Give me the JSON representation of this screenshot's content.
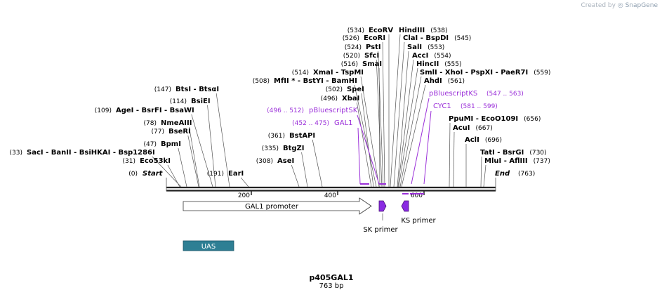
{
  "watermark": {
    "prefix": "Created by",
    "brand": "SnapGene"
  },
  "map": {
    "name": "p405GAL1",
    "length_label": "763 bp",
    "ruler_ticks": [
      "200",
      "400",
      "600"
    ],
    "ends": [
      {
        "pos": "(0)",
        "name": "Start"
      },
      {
        "name": "End",
        "pos": "(763)"
      }
    ],
    "sites": [
      {
        "pos": "(534)",
        "name": "EcoRV"
      },
      {
        "name": "HindIII",
        "pos": "(538)"
      },
      {
        "pos": "(526)",
        "name": "EcoRI"
      },
      {
        "name": "ClaI  - BspDI",
        "pos": "(545)"
      },
      {
        "pos": "(524)",
        "name": "PstI"
      },
      {
        "name": "SalI",
        "pos": "(553)"
      },
      {
        "pos": "(520)",
        "name": "SfcI"
      },
      {
        "name": "AccI",
        "pos": "(554)"
      },
      {
        "pos": "(516)",
        "name": "SmaI"
      },
      {
        "name": "HincII",
        "pos": "(555)"
      },
      {
        "pos": "(514)",
        "name": "XmaI  - TspMI"
      },
      {
        "name": "SmlI  - XhoI  - PspXI  - PaeR7I",
        "pos": "(559)"
      },
      {
        "pos": "(508)",
        "name": "MfII *  - BstYI  - BamHI"
      },
      {
        "name": "AhdI",
        "pos": "(561)"
      },
      {
        "pos": "(502)",
        "name": "SpeI"
      },
      {
        "pos": "(496)",
        "name": "XbaI"
      },
      {
        "pos": "(147)",
        "name": "BtsI  - BtsαI"
      },
      {
        "pos": "(114)",
        "name": "BsiEI"
      },
      {
        "pos": "(109)",
        "name": "AgeI  - BsrFI  - BsaWI"
      },
      {
        "pos": "(78)",
        "name": "NmeAIII"
      },
      {
        "pos": "(77)",
        "name": "BseRI"
      },
      {
        "pos": "(47)",
        "name": "BpmI"
      },
      {
        "pos": "(33)",
        "name": "SacI  - BanII  - BsiHKAI  - Bsp1286I"
      },
      {
        "pos": "(31)",
        "name": "Eco53kI"
      },
      {
        "pos": "(191)",
        "name": "EarI"
      },
      {
        "pos": "(361)",
        "name": "BstAPI"
      },
      {
        "pos": "(335)",
        "name": "BtgZI"
      },
      {
        "pos": "(308)",
        "name": "AseI"
      },
      {
        "name": "PpuMI  - EcoO109I",
        "pos": "(656)"
      },
      {
        "name": "AcuI",
        "pos": "(667)"
      },
      {
        "name": "AclI",
        "pos": "(696)"
      },
      {
        "name": "TatI  - BsrGI",
        "pos": "(730)"
      },
      {
        "name": "MluI  - AflIII",
        "pos": "(737)"
      }
    ],
    "primer_binding": [
      {
        "range": "(496 .. 512)",
        "name": "pBluescriptSK"
      },
      {
        "range": "(452 .. 475)",
        "name": "GAL1"
      },
      {
        "name": "pBluescriptKS",
        "range": "(547 .. 563)"
      },
      {
        "name": "CYC1",
        "range": "(581 .. 599)"
      }
    ],
    "features": [
      {
        "name": "GAL1 promoter",
        "type": "promoter",
        "direction": "forward"
      },
      {
        "name": "SK primer",
        "type": "primer_bind",
        "direction": "forward"
      },
      {
        "name": "KS primer",
        "type": "primer_bind",
        "direction": "reverse"
      },
      {
        "name": "UAS",
        "type": "regulatory"
      }
    ]
  },
  "colors": {
    "backbone": "#222222",
    "site_line": "#555555",
    "primer_bind": "#9b30d9",
    "primer_feature": "#8a2be2",
    "uas": "#2e7f94",
    "text": "#000000"
  }
}
